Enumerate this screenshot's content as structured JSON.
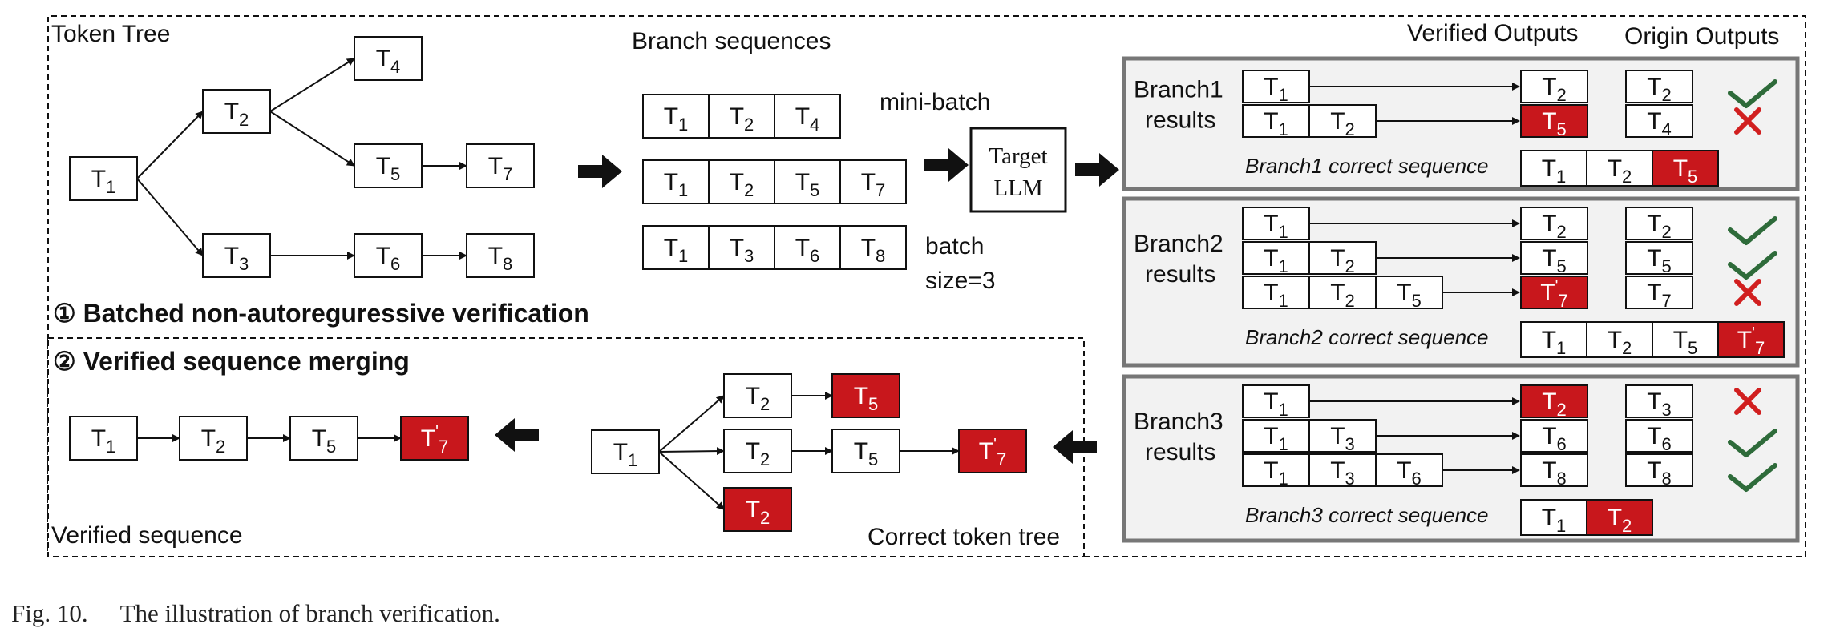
{
  "labels": {
    "token_tree": "Token Tree",
    "branch_sequences": "Branch sequences",
    "mini_batch": "mini-batch",
    "batch": "batch",
    "size": "size=3",
    "target_line1": "Target",
    "target_line2": "LLM",
    "verified_outputs": "Verified Outputs",
    "origin_outputs": "Origin Outputs",
    "step1": "① Batched non-autoreguressive verification",
    "step2": "② Verified sequence merging",
    "verified_sequence": "Verified sequence",
    "correct_token_tree": "Correct token tree"
  },
  "tokens": {
    "T1": "1",
    "T2": "2",
    "T3": "3",
    "T4": "4",
    "T5": "5",
    "T6": "6",
    "T7": "7",
    "T8": "8",
    "T7p": "7"
  },
  "token_tree": {
    "nodes": [
      "T1",
      "T2",
      "T3",
      "T4",
      "T5",
      "T6",
      "T7",
      "T8"
    ],
    "edges": [
      [
        "T1",
        "T2"
      ],
      [
        "T1",
        "T3"
      ],
      [
        "T2",
        "T4"
      ],
      [
        "T2",
        "T5"
      ],
      [
        "T5",
        "T7"
      ],
      [
        "T3",
        "T6"
      ],
      [
        "T6",
        "T8"
      ]
    ]
  },
  "branch_sequences": [
    [
      "T1",
      "T2",
      "T4"
    ],
    [
      "T1",
      "T2",
      "T5",
      "T7"
    ],
    [
      "T1",
      "T3",
      "T6",
      "T8"
    ]
  ],
  "branches": [
    {
      "title_line1": "Branch1",
      "title_line2": "results",
      "rows": [
        {
          "input": [
            "T1"
          ],
          "verified": "T2",
          "verified_wrong": false,
          "origin": "T2",
          "correct": true
        },
        {
          "input": [
            "T1",
            "T2"
          ],
          "verified": "T5",
          "verified_wrong": true,
          "origin": "T4",
          "correct": false
        }
      ],
      "correct_label": "Branch1 correct sequence",
      "correct_sequence": [
        {
          "t": "T1",
          "red": false
        },
        {
          "t": "T2",
          "red": false
        },
        {
          "t": "T5",
          "red": true
        }
      ]
    },
    {
      "title_line1": "Branch2",
      "title_line2": "results",
      "rows": [
        {
          "input": [
            "T1"
          ],
          "verified": "T2",
          "verified_wrong": false,
          "origin": "T2",
          "correct": true
        },
        {
          "input": [
            "T1",
            "T2"
          ],
          "verified": "T5",
          "verified_wrong": false,
          "origin": "T5",
          "correct": true
        },
        {
          "input": [
            "T1",
            "T2",
            "T5"
          ],
          "verified": "T7p",
          "verified_wrong": true,
          "origin": "T7",
          "correct": false
        }
      ],
      "correct_label": "Branch2 correct sequence",
      "correct_sequence": [
        {
          "t": "T1",
          "red": false
        },
        {
          "t": "T2",
          "red": false
        },
        {
          "t": "T5",
          "red": false
        },
        {
          "t": "T7p",
          "red": true
        }
      ]
    },
    {
      "title_line1": "Branch3",
      "title_line2": "results",
      "rows": [
        {
          "input": [
            "T1"
          ],
          "verified": "T2",
          "verified_wrong": true,
          "origin": "T3",
          "correct": false
        },
        {
          "input": [
            "T1",
            "T3"
          ],
          "verified": "T6",
          "verified_wrong": false,
          "origin": "T6",
          "correct": true
        },
        {
          "input": [
            "T1",
            "T3",
            "T6"
          ],
          "verified": "T8",
          "verified_wrong": false,
          "origin": "T8",
          "correct": true
        }
      ],
      "correct_label": "Branch3 correct sequence",
      "correct_sequence": [
        {
          "t": "T1",
          "red": false
        },
        {
          "t": "T2",
          "red": true
        }
      ]
    }
  ],
  "verified_sequence": [
    {
      "t": "T1",
      "red": false
    },
    {
      "t": "T2",
      "red": false
    },
    {
      "t": "T5",
      "red": false
    },
    {
      "t": "T7p",
      "red": true
    }
  ],
  "correct_tree": {
    "nodes": [
      {
        "id": "a",
        "t": "T1",
        "red": false
      },
      {
        "id": "b",
        "t": "T2",
        "red": false
      },
      {
        "id": "c",
        "t": "T5",
        "red": true
      },
      {
        "id": "d",
        "t": "T2",
        "red": false
      },
      {
        "id": "e",
        "t": "T5",
        "red": false
      },
      {
        "id": "f",
        "t": "T7p",
        "red": true
      },
      {
        "id": "g",
        "t": "T2",
        "red": true
      }
    ],
    "edges": [
      [
        "a",
        "b"
      ],
      [
        "a",
        "d"
      ],
      [
        "a",
        "g"
      ],
      [
        "b",
        "c"
      ],
      [
        "d",
        "e"
      ],
      [
        "e",
        "f"
      ]
    ]
  },
  "colors": {
    "red": "#c8171c",
    "check": "#2e6b3a",
    "cross": "#d11f1f",
    "panel_fill": "#f2f2f2",
    "panel_border": "#777777",
    "line": "#111111"
  },
  "caption": {
    "number": "Fig. 10.",
    "text": "The illustration of branch verification."
  }
}
